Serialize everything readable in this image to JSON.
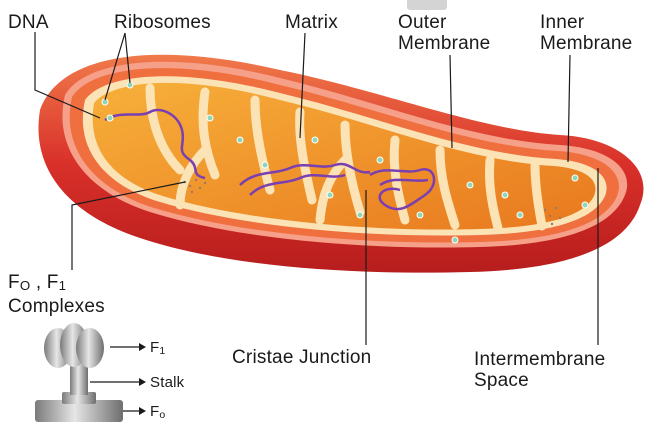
{
  "labels": {
    "dna": "DNA",
    "ribosomes": "Ribosomes",
    "matrix": "Matrix",
    "outer_membrane_line1": "Outer",
    "outer_membrane_line2": "Membrane",
    "inner_membrane_line1": "Inner",
    "inner_membrane_line2": "Membrane",
    "complexes_f0": "F",
    "complexes_f0_sub": "O",
    "complexes_sep": " , F",
    "complexes_f1_sub": "1",
    "complexes_line2": "Complexes",
    "cristae_junction": "Cristae Junction",
    "intermembrane_line1": "Intermembrane",
    "intermembrane_line2": "Space",
    "atp_f1": "F",
    "atp_f1_sub": "1",
    "atp_stalk": "Stalk",
    "atp_f0": "F",
    "atp_f0_sub": "o"
  },
  "colors": {
    "outer_membrane": "#d9302a",
    "intermembrane": "#f36a3f",
    "inner_membrane": "#fbe3b5",
    "matrix": "#f59a25",
    "dna": "#7a3fb0",
    "ribosome": "#8fd6b8",
    "label_line": "#1a1a1a"
  }
}
